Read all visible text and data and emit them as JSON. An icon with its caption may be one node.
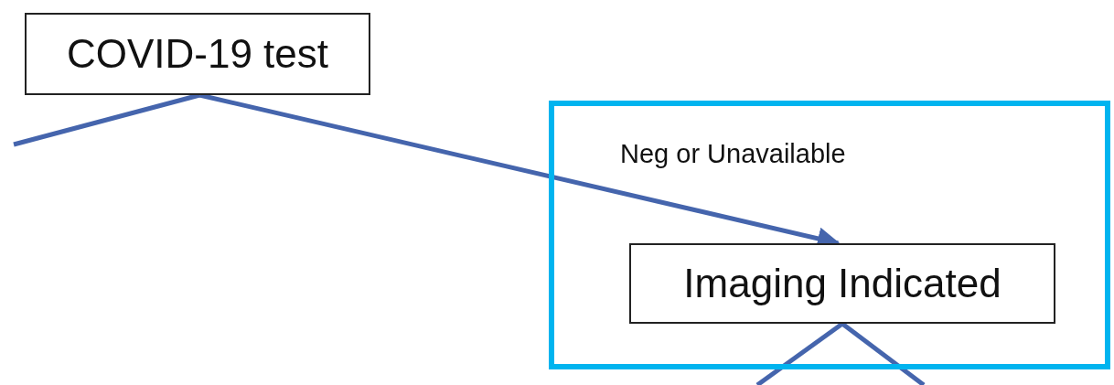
{
  "diagram": {
    "nodes": [
      {
        "text": [
          "COVID-19 test"
        ]
      },
      {
        "text": [],
        "shape": "box"
      },
      {
        "text": [
          "Imaging Indicated"
        ],
        "in": 1
      }
    ],
    "edges": [
      {
        "from": 0,
        "to": 2,
        "arrow": "to",
        "label": "Neg or Unavailable"
      },
      {
        "from": 0,
        "to": null,
        "arrow": "none"
      },
      {
        "from": 2,
        "to": null,
        "arrow": "none"
      },
      {
        "from": 2,
        "to": null,
        "arrow": "none"
      }
    ]
  }
}
